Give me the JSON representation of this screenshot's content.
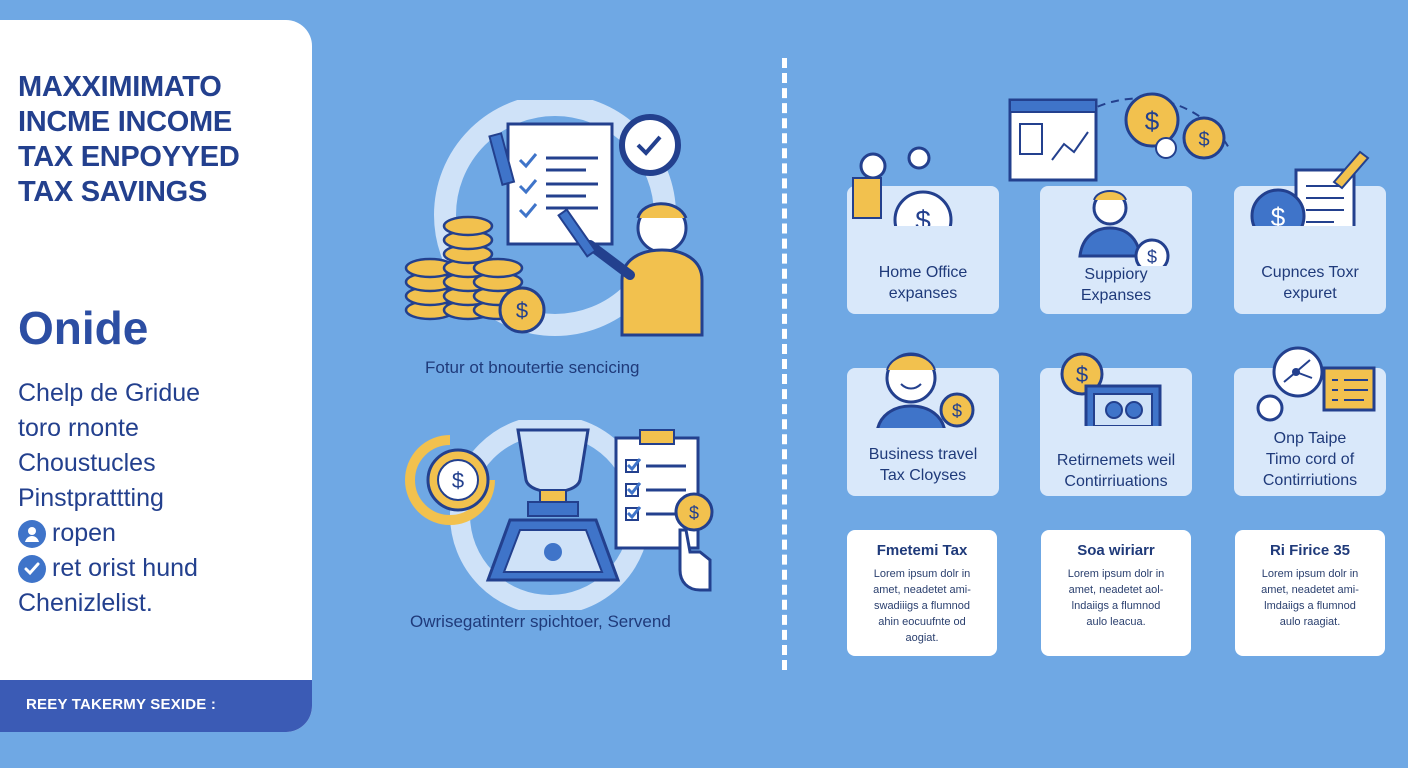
{
  "left_panel": {
    "title_lines": [
      "MAXXIMIMATO",
      "INCME INCOME",
      "TAX ENPOYYED",
      "TAX SAVINGS"
    ],
    "guide_heading": "Onide",
    "guide_items": [
      {
        "text": "Chelp de Gridue",
        "bullet": ""
      },
      {
        "text": "toro rnonte",
        "bullet": ""
      },
      {
        "text": "Choustucles",
        "bullet": ""
      },
      {
        "text": "Pinstprattting",
        "bullet": ""
      },
      {
        "text": "ropen",
        "bullet": "person-icon"
      },
      {
        "text": "ret orist hund",
        "bullet": "check-icon"
      },
      {
        "text": "Chenizlelist.",
        "bullet": ""
      }
    ],
    "footer": "REEY TAKERMY SEXIDE :"
  },
  "illustrations": [
    {
      "caption": "Fotur ot bnoutertie sencicing"
    },
    {
      "caption": "Owrisegatinterr spichtoer, Servend"
    }
  ],
  "cards": [
    {
      "label_lines": [
        "Home Office",
        "expanses"
      ]
    },
    {
      "label_lines": [
        "Suppiory",
        "Expanses"
      ]
    },
    {
      "label_lines": [
        "Cupnces Toxr",
        "expuret"
      ]
    },
    {
      "label_lines": [
        "Business travel",
        "Tax Cloyses"
      ]
    },
    {
      "label_lines": [
        "Retirnemets weil",
        "Contirriuations"
      ]
    },
    {
      "label_lines": [
        "Onp Taipe",
        "Timo cord of",
        "Contirriutions"
      ]
    }
  ],
  "text_cards": [
    {
      "title": "Fmetemi Tax",
      "body_lines": [
        "Lorem ipsum dolr in",
        "amet, neadetet ami-",
        "swadiiigs a flumnod",
        "ahin eocuufnte od",
        "aogiat."
      ]
    },
    {
      "title": "Soa wiriarr",
      "body_lines": [
        "Lorem ipsum dolr in",
        "amet, neadetet aol-",
        "lndaiigs a flumnod",
        "aulo leacua."
      ]
    },
    {
      "title": "Ri Firice 35",
      "body_lines": [
        "Lorem ipsum dolr in",
        "amet, neadetet ami-",
        "lmdaiigs a flumnod",
        "aulo raagiat."
      ]
    }
  ],
  "colors": {
    "background": "#6fa8e4",
    "navy": "#23408e",
    "accent_gold": "#f2c14e",
    "card_bg": "#d9e8fa",
    "footer": "#3b5bb5"
  }
}
